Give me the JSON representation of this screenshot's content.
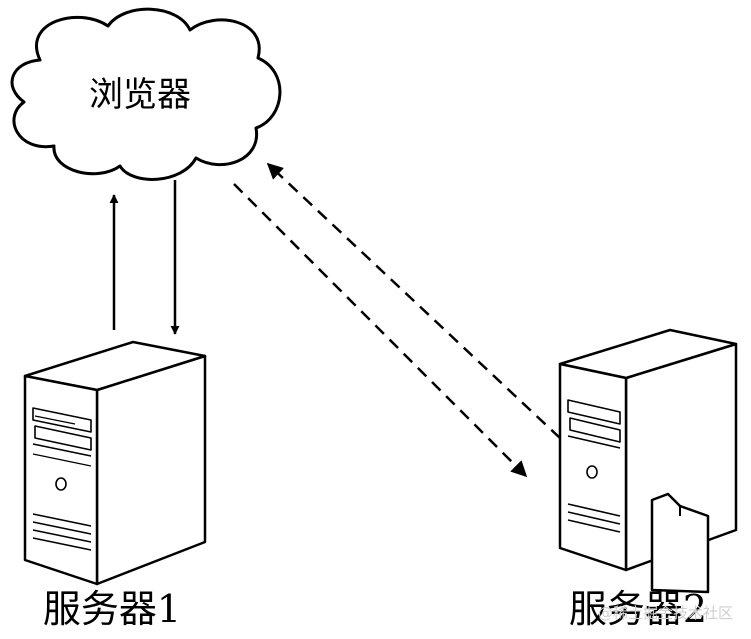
{
  "nodes": {
    "browser": {
      "label": "浏览器",
      "icon": "cloud-icon"
    },
    "server1": {
      "label": "服务器1",
      "icon": "server-icon"
    },
    "server2": {
      "label": "服务器2",
      "icon": "server-icon"
    }
  },
  "edges": [
    {
      "from": "server1",
      "to": "browser",
      "style": "solid"
    },
    {
      "from": "browser",
      "to": "server1",
      "style": "solid"
    },
    {
      "from": "server2",
      "to": "browser",
      "style": "dashed"
    },
    {
      "from": "browser",
      "to": "server2",
      "style": "dashed"
    }
  ],
  "watermark": "@稀土掘金技术社区",
  "colors": {
    "stroke": "#000000",
    "background": "#ffffff",
    "watermark": "#cfcfcf"
  }
}
